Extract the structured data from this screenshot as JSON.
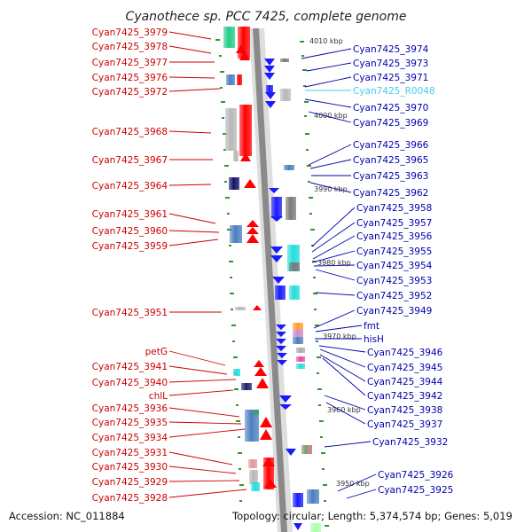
{
  "title": "Cyanothece sp. PCC 7425, complete genome",
  "footer": {
    "accession": "Accession: NC_011884",
    "topology": "Topology: circular; Length: 5,374,574 bp; Genes: 5,019"
  },
  "scale_labels": [
    "4010 kbp",
    "4000 kbp",
    "3990 kbp",
    "3980 kbp",
    "3970 kbp",
    "3960 kbp",
    "3950 kbp"
  ],
  "left_labels": [
    "Cyan7425_3979",
    "Cyan7425_3978",
    "Cyan7425_3977",
    "Cyan7425_3976",
    "Cyan7425_3972",
    "Cyan7425_3968",
    "Cyan7425_3967",
    "Cyan7425_3964",
    "Cyan7425_3961",
    "Cyan7425_3960",
    "Cyan7425_3959",
    "Cyan7425_3951",
    "petG",
    "Cyan7425_3941",
    "Cyan7425_3940",
    "chlL",
    "Cyan7425_3936",
    "Cyan7425_3935",
    "Cyan7425_3934",
    "Cyan7425_3931",
    "Cyan7425_3930",
    "Cyan7425_3929",
    "Cyan7425_3928"
  ],
  "right_labels": [
    "Cyan7425_3974",
    "Cyan7425_3973",
    "Cyan7425_3971",
    "Cyan7425_R0048",
    "Cyan7425_3970",
    "Cyan7425_3969",
    "Cyan7425_3966",
    "Cyan7425_3965",
    "Cyan7425_3963",
    "Cyan7425_3962",
    "Cyan7425_3958",
    "Cyan7425_3957",
    "Cyan7425_3956",
    "Cyan7425_3955",
    "Cyan7425_3954",
    "Cyan7425_3953",
    "Cyan7425_3952",
    "Cyan7425_3949",
    "fmt",
    "hisH",
    "Cyan7425_3946",
    "Cyan7425_3945",
    "Cyan7425_3944",
    "Cyan7425_3942",
    "Cyan7425_3938",
    "Cyan7425_3937",
    "Cyan7425_3932",
    "Cyan7425_3926",
    "Cyan7425_3925"
  ],
  "colors": {
    "left_label": "#cc0000",
    "right_label": "#0000aa",
    "rna_label": "#44ccee",
    "backbone": "#888888"
  }
}
